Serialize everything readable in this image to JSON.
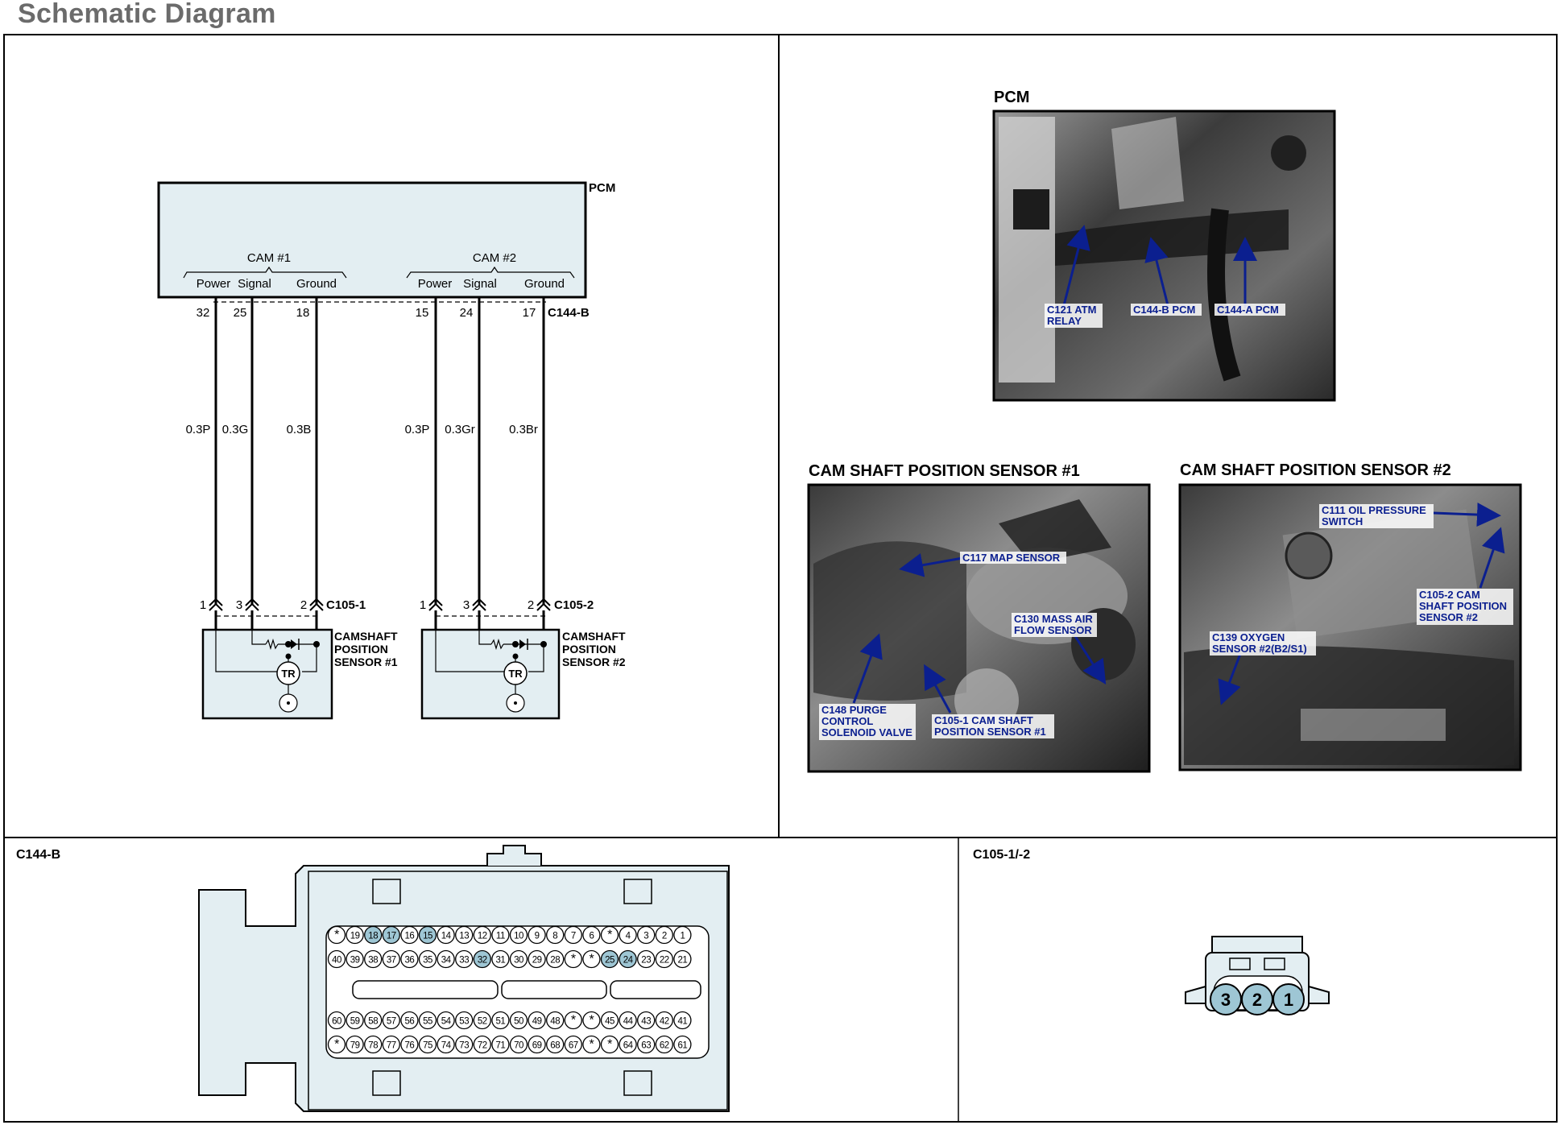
{
  "header": {
    "title": "Schematic Diagram"
  },
  "schematic": {
    "pcm_label": "PCM",
    "cam1": {
      "title": "CAM #1",
      "power": "Power",
      "signal": "Signal",
      "ground": "Ground",
      "pins": [
        "32",
        "25",
        "18"
      ],
      "wires": [
        "0.3P",
        "0.3G",
        "0.3B"
      ],
      "sensor_pins": [
        "1",
        "3",
        "2"
      ],
      "sensor_connector": "C105-1",
      "sensor_label": [
        "CAMSHAFT",
        "POSITION",
        "SENSOR #1"
      ]
    },
    "cam2": {
      "title": "CAM #2",
      "power": "Power",
      "signal": "Signal",
      "ground": "Ground",
      "pins": [
        "15",
        "24",
        "17"
      ],
      "wires": [
        "0.3P",
        "0.3Gr",
        "0.3Br"
      ],
      "sensor_pins": [
        "1",
        "3",
        "2"
      ],
      "sensor_connector": "C105-2",
      "sensor_label": [
        "CAMSHAFT",
        "POSITION",
        "SENSOR #2"
      ]
    },
    "pcm_connector": "C144-B",
    "tr_label": "TR"
  },
  "photos": {
    "pcm": {
      "label": "PCM",
      "callouts": [
        [
          "C121 ATM",
          "RELAY"
        ],
        [
          "C144-B PCM"
        ],
        [
          "C144-A PCM"
        ]
      ]
    },
    "sensor1": {
      "label": "CAM SHAFT POSITION SENSOR #1",
      "callouts": [
        [
          "C117 MAP SENSOR"
        ],
        [
          "C130 MASS AIR",
          "FLOW SENSOR"
        ],
        [
          "C148 PURGE",
          "CONTROL",
          "SOLENOID VALVE"
        ],
        [
          "C105-1 CAM SHAFT",
          "POSITION SENSOR #1"
        ]
      ]
    },
    "sensor2": {
      "label": "CAM SHAFT POSITION SENSOR #2",
      "callouts": [
        [
          "C111 OIL PRESSURE",
          "SWITCH"
        ],
        [
          "C105-2 CAM",
          "SHAFT POSITION",
          "SENSOR #2"
        ],
        [
          "C139 OXYGEN",
          "SENSOR #2(B2/S1)"
        ]
      ]
    }
  },
  "connectors": {
    "c144b": {
      "label": "C144-B",
      "row1": [
        "*",
        "19",
        "18",
        "17",
        "16",
        "15",
        "14",
        "13",
        "12",
        "11",
        "10",
        "9",
        "8",
        "7",
        "6",
        "*",
        "4",
        "3",
        "2",
        "1"
      ],
      "row2": [
        "40",
        "39",
        "38",
        "37",
        "36",
        "35",
        "34",
        "33",
        "32",
        "31",
        "30",
        "29",
        "28",
        "*",
        "*",
        "25",
        "24",
        "23",
        "22",
        "21"
      ],
      "row3": [
        "60",
        "59",
        "58",
        "57",
        "56",
        "55",
        "54",
        "53",
        "52",
        "51",
        "50",
        "49",
        "48",
        "*",
        "*",
        "45",
        "44",
        "43",
        "42",
        "41"
      ],
      "row4": [
        "*",
        "79",
        "78",
        "77",
        "76",
        "75",
        "74",
        "73",
        "72",
        "71",
        "70",
        "69",
        "68",
        "67",
        "*",
        "*",
        "64",
        "63",
        "62",
        "61"
      ],
      "highlighted": [
        "18",
        "17",
        "15",
        "32",
        "25",
        "24"
      ]
    },
    "c105": {
      "label": "C105-1/-2",
      "pins": [
        "3",
        "2",
        "1"
      ]
    }
  },
  "colors": {
    "panel_fill": "#e3eef2",
    "pin_highlight": "#9ec6d4",
    "callout": "#0b1f8f"
  }
}
